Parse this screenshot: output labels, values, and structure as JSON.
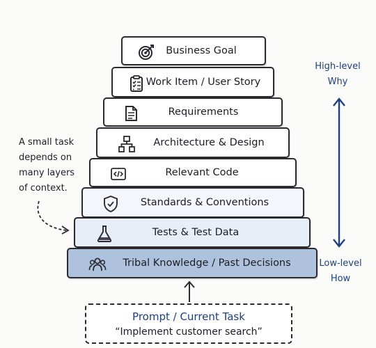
{
  "layers": [
    {
      "label": "Business Goal",
      "icon": "target-icon",
      "fill": "#ffffff"
    },
    {
      "label": "Work Item / User Story",
      "icon": "clipboard-icon",
      "fill": "#ffffff"
    },
    {
      "label": "Requirements",
      "icon": "document-icon",
      "fill": "#ffffff"
    },
    {
      "label": "Architecture & Design",
      "icon": "hierarchy-icon",
      "fill": "#ffffff"
    },
    {
      "label": "Relevant Code",
      "icon": "code-icon",
      "fill": "#ffffff"
    },
    {
      "label": "Standards & Conventions",
      "icon": "shield-check-icon",
      "fill": "#f3f6fb"
    },
    {
      "label": "Tests & Test Data",
      "icon": "flask-icon",
      "fill": "#e7eef8"
    },
    {
      "label": "Tribal Knowledge / Past Decisions",
      "icon": "people-icon",
      "fill": "#aec2de"
    }
  ],
  "note": {
    "lines": [
      "A small task",
      "depends on",
      "many layers",
      "of context."
    ]
  },
  "side": {
    "top": [
      "High-level",
      "Why"
    ],
    "bottom": [
      "Low-level",
      "How"
    ]
  },
  "prompt": {
    "title": "Prompt / Current Task",
    "subtitle": "“Implement customer search”"
  },
  "colors": {
    "accent": "#1c3f86",
    "outline": "#2a2a30",
    "base_fill": "#aec2de"
  }
}
